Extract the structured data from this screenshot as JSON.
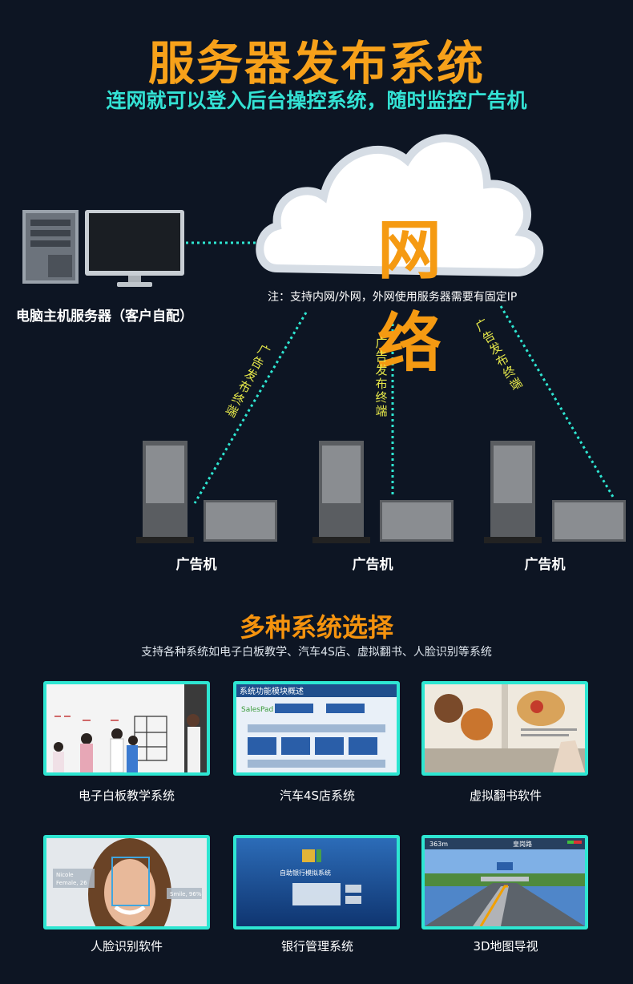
{
  "header": {
    "title": "服务器发布系统",
    "subtitle": "连网就可以登入后台操控系统，随时监控广告机"
  },
  "network": {
    "cloud_label": "网络",
    "note": "注：支持内网/外网，外网使用服务器需要有固定IP",
    "server_label": "电脑主机服务器（客户自配）",
    "link_labels": [
      "广告发布终端",
      "广告发布终端",
      "广告发布终端"
    ],
    "machines": [
      "广告机",
      "广告机",
      "广告机"
    ]
  },
  "systems": {
    "title": "多种系统选择",
    "subtitle": "支持各种系统如电子白板教学、汽车4S店、虚拟翻书、人脸识别等系统",
    "items": [
      {
        "label": "电子白板教学系统",
        "icon": "whiteboard-image"
      },
      {
        "label": "汽车4S店系统",
        "icon": "salespad-image"
      },
      {
        "label": "虚拟翻书软件",
        "icon": "book-image"
      },
      {
        "label": "人脸识别软件",
        "icon": "face-image"
      },
      {
        "label": "银行管理系统",
        "icon": "bank-image"
      },
      {
        "label": "3D地图导视",
        "icon": "map-image"
      }
    ],
    "screen_text": {
      "salespad_title": "系统功能模块概述",
      "salespad_brand": "SalesPad",
      "face_name": "Nicole",
      "face_info": "Female, 26",
      "face_mood": "Smile, 96%",
      "bank_title": "自助银行模拟系统",
      "map_distance": "363m",
      "map_road": "皇岗路"
    }
  },
  "colors": {
    "accent_orange": "#f7a11a",
    "accent_cyan": "#33e2d4",
    "background": "#0d1523"
  }
}
